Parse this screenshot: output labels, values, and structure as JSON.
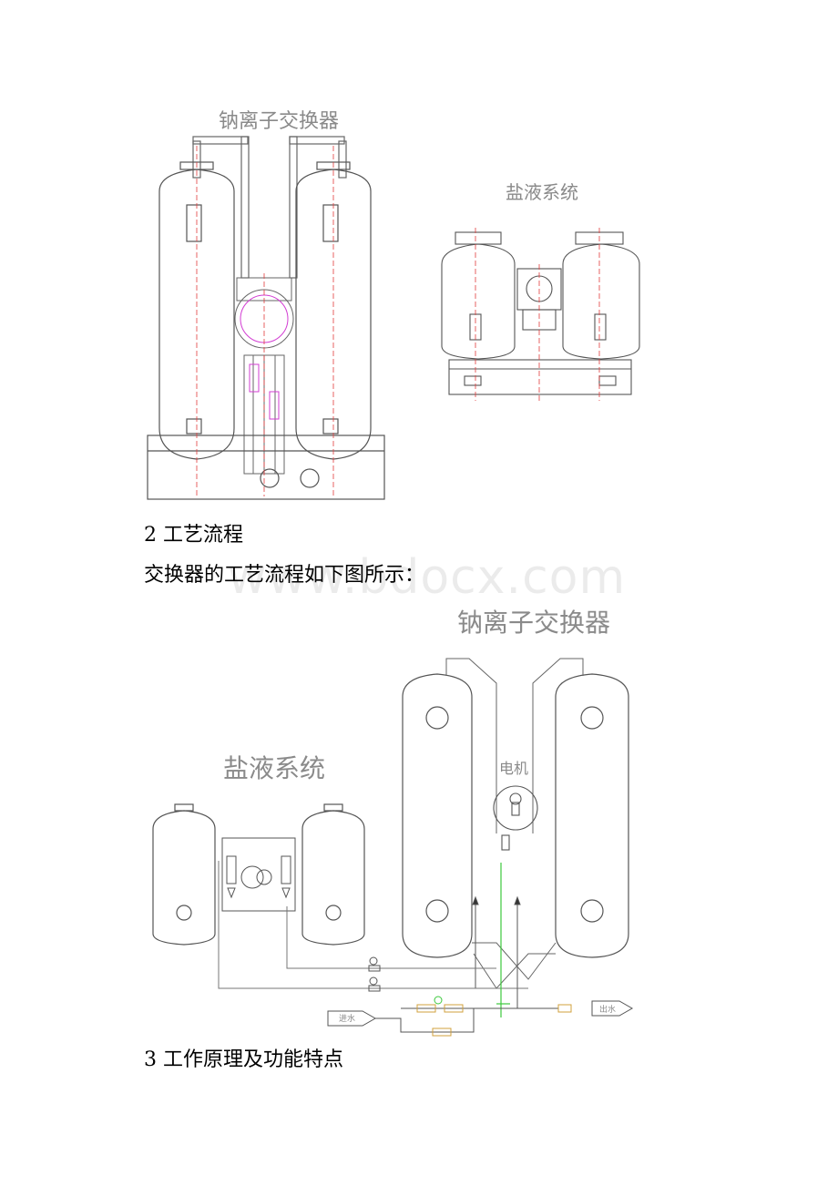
{
  "figure1": {
    "exchanger_label": "钠离子交换器",
    "brine_label": "盐液系统"
  },
  "section2": {
    "heading": "2 工艺流程",
    "intro": "交换器的工艺流程如下图所示："
  },
  "figure2": {
    "exchanger_label": "钠离子交换器",
    "brine_label": "盐液系统",
    "motor_label": "电机",
    "inlet_label": "进水",
    "outlet_label": "出水"
  },
  "section3": {
    "heading": "3 工作原理及功能特点"
  },
  "watermark": "www.bdocx.com",
  "colors": {
    "red_centerline": "#e23c3c",
    "magenta_parts": "#d23cd2",
    "green_line": "#3cc83c",
    "grey_line": "#707070"
  }
}
